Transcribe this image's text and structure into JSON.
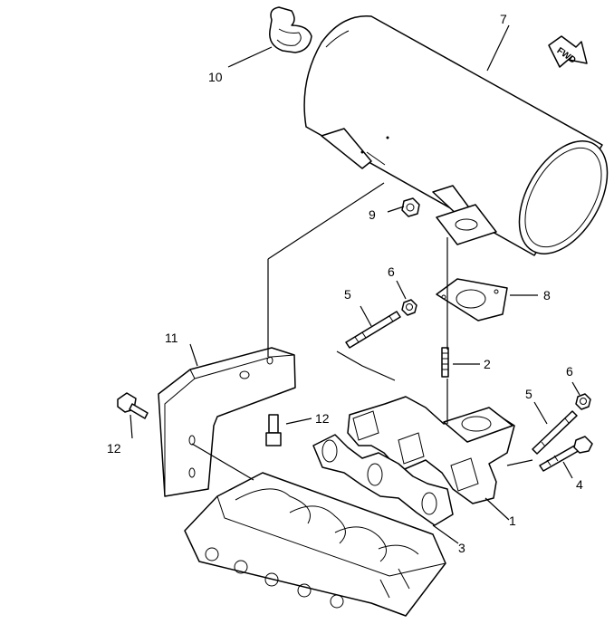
{
  "callouts": {
    "c1": "1",
    "c2": "2",
    "c3": "3",
    "c4": "4",
    "c5a": "5",
    "c5b": "5",
    "c6a": "6",
    "c6b": "6",
    "c7": "7",
    "c8": "8",
    "c9": "9",
    "c10": "10",
    "c11": "11",
    "c12a": "12",
    "c12b": "12"
  },
  "direction_badge": "FWD",
  "icons": {
    "direction_badge": "fwd-arrow-icon"
  }
}
